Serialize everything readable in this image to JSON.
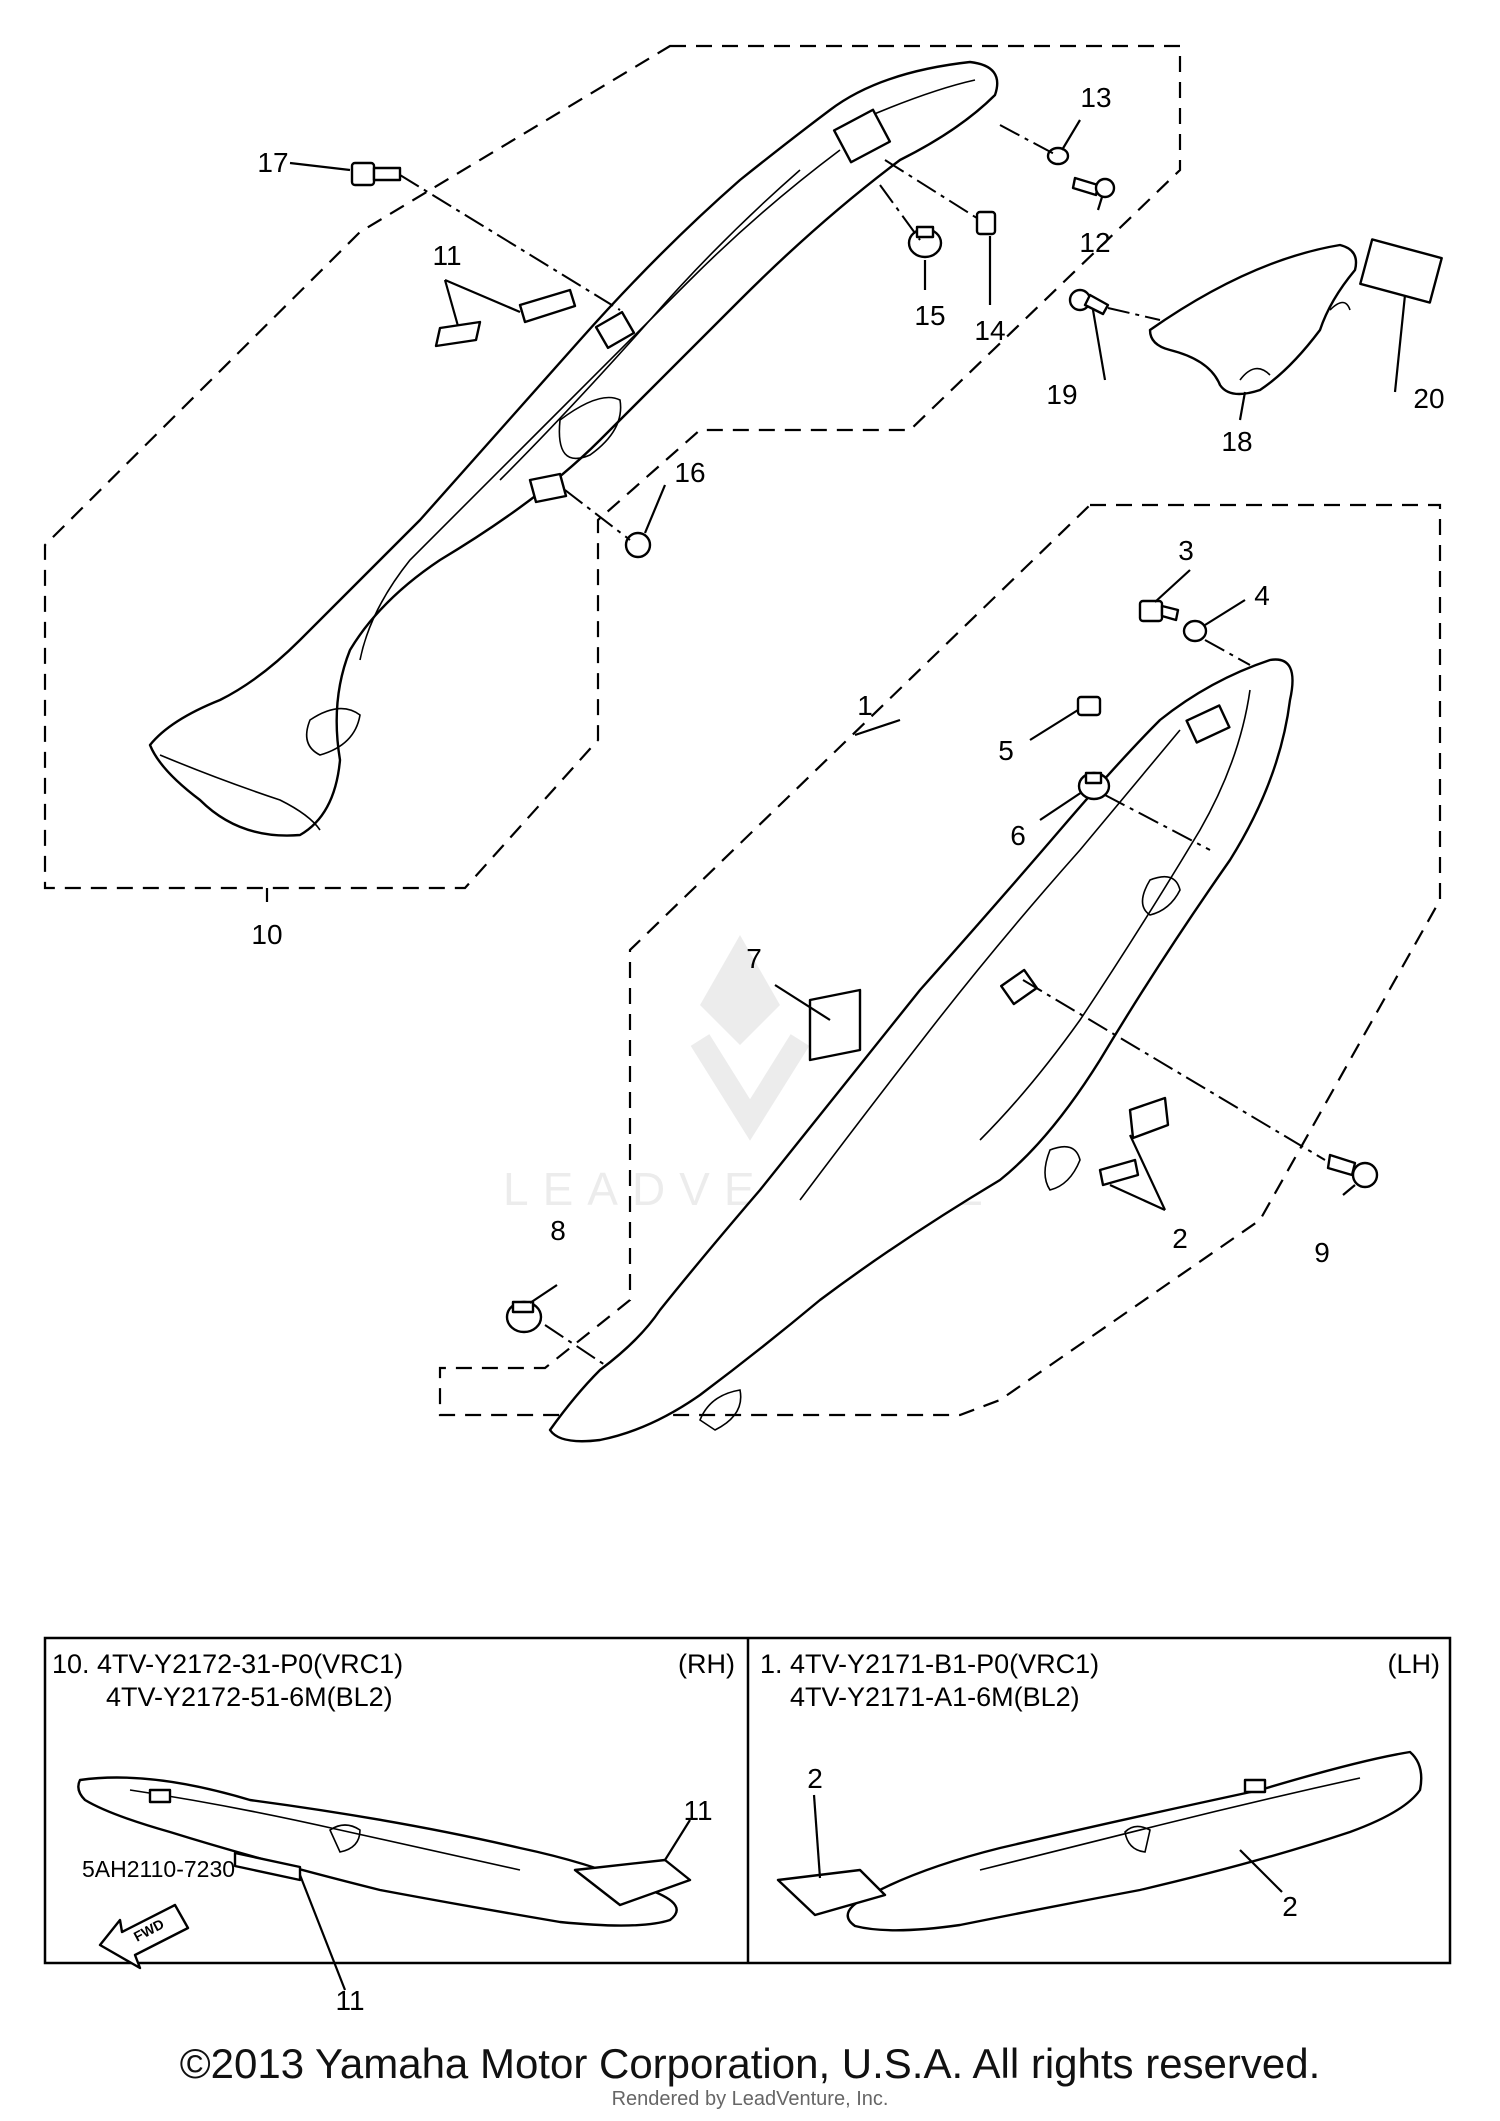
{
  "callouts": {
    "c1": "1",
    "c2a": "2",
    "c3": "3",
    "c4": "4",
    "c5": "5",
    "c6": "6",
    "c7": "7",
    "c8": "8",
    "c9": "9",
    "c10": "10",
    "c11a": "11",
    "c12": "12",
    "c13": "13",
    "c14": "14",
    "c15": "15",
    "c16": "16",
    "c17": "17",
    "c18": "18",
    "c19": "19",
    "c20": "20"
  },
  "legend": {
    "rh": {
      "line1": "10. 4TV-Y2172-31-P0(VRC1)",
      "line2": "4TV-Y2172-51-6M(BL2)",
      "side": "(RH)",
      "callout_a": "11",
      "callout_b": "11"
    },
    "lh": {
      "line1": "1. 4TV-Y2171-B1-P0(VRC1)",
      "line2": "4TV-Y2171-A1-6M(BL2)",
      "side": "(LH)",
      "callout_a": "2",
      "callout_b": "2"
    },
    "fwd": "FWD"
  },
  "drawing_code": "5AH2110-7230",
  "watermark": "LEADVENTURE",
  "copyright": "©2013 Yamaha Motor Corporation, U.S.A. All rights reserved.",
  "rendered_by": "Rendered by LeadVenture, Inc."
}
